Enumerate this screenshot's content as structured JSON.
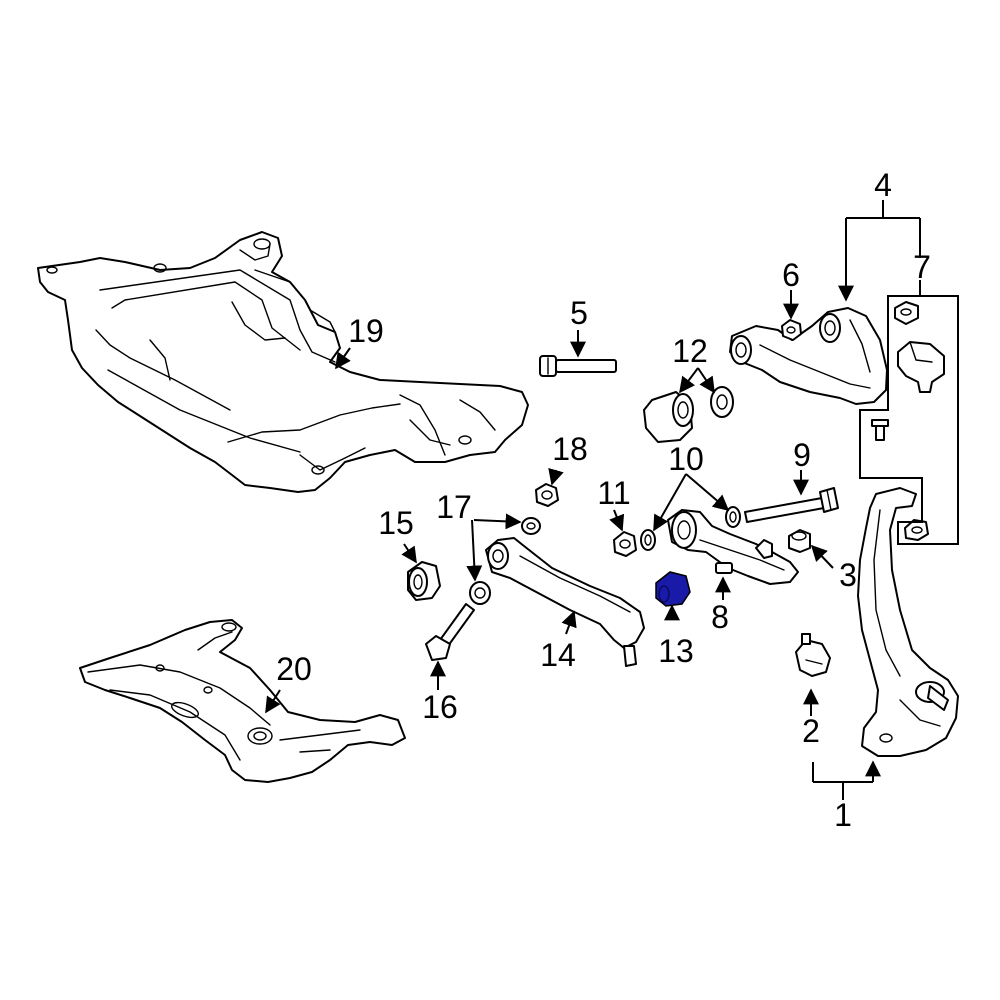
{
  "diagram": {
    "highlight_color": "#1a1aa8",
    "line_color": "#000000",
    "background": "#ffffff",
    "highlighted_part": "13",
    "callouts": [
      "1",
      "2",
      "3",
      "4",
      "5",
      "6",
      "7",
      "8",
      "9",
      "10",
      "11",
      "12",
      "13",
      "14",
      "15",
      "16",
      "17",
      "18",
      "19",
      "20"
    ]
  }
}
